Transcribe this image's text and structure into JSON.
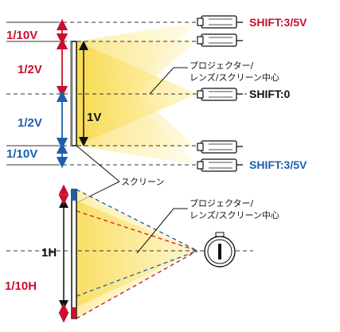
{
  "colors": {
    "red": "#c8102e",
    "blue": "#1d5fad",
    "black": "#111111",
    "light_yellow": "#fdf3b8",
    "yellow": "#f5d430"
  },
  "labels": {
    "one_tenth_v_top": "1/10V",
    "half_v_top": "1/2V",
    "half_v_bottom": "1/2V",
    "one_tenth_v_bottom": "1/10V",
    "one_v": "1V",
    "shift_top": "SHIFT:3/5V",
    "shift_center": "SHIFT:0",
    "shift_bottom": "SHIFT:3/5V",
    "center_note_line1": "プロジェクター/",
    "center_note_line2": "レンズ/スクリーン中心",
    "screen": "スクリーン",
    "bottom_note_line1": "プロジェクター/",
    "bottom_note_line2": "レンズ/スクリーン中心",
    "one_h": "1H",
    "one_tenth_h": "1/10H"
  },
  "icons": {
    "projector_side": "projector-side-icon",
    "projector_front": "projector-front-icon"
  }
}
